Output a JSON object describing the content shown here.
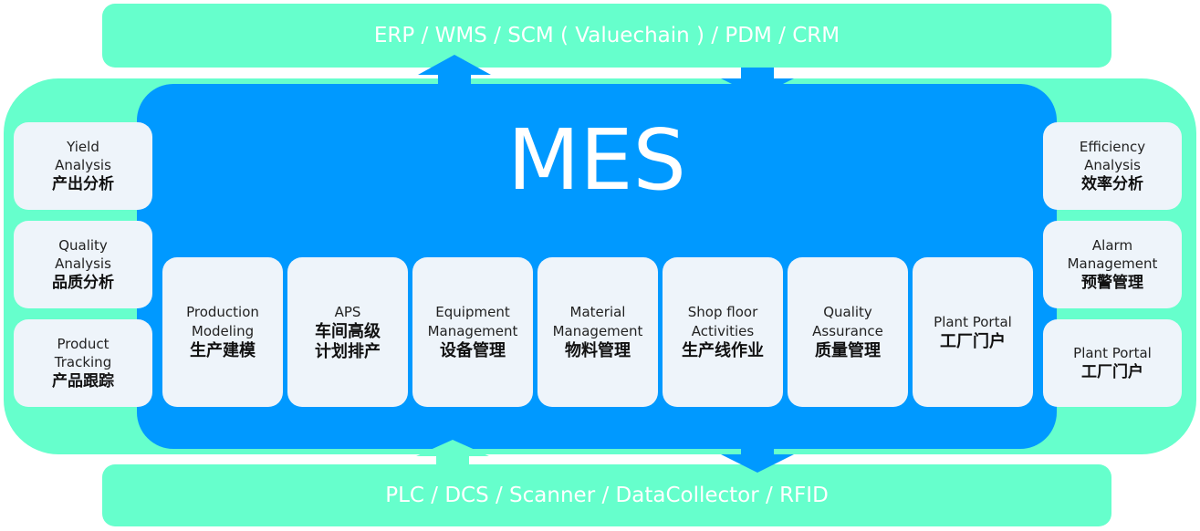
{
  "top_systems": "ERP / WMS / SCM ( Valuechain ) / PDM / CRM",
  "bottom_systems": "PLC / DCS / Scanner / DataCollector / RFID",
  "core_title": "MES",
  "left_modules": [
    {
      "en": "Yield\nAnalysis",
      "zh": "产出分析"
    },
    {
      "en": "Quality\nAnalysis",
      "zh": "品质分析"
    },
    {
      "en": "Product\nTracking",
      "zh": "产品跟踪"
    }
  ],
  "right_modules": [
    {
      "en": "Efficiency\nAnalysis",
      "zh": "效率分析"
    },
    {
      "en": "Alarm\nManagement",
      "zh": "预警管理"
    },
    {
      "en": "Plant Portal",
      "zh": "工厂门户"
    }
  ],
  "core_modules": [
    {
      "en": "Production\nModeling",
      "zh": "生产建模"
    },
    {
      "en": "APS",
      "zh": "车间高级\n计划排产"
    },
    {
      "en": "Equipment\nManagement",
      "zh": "设备管理"
    },
    {
      "en": "Material\nManagement",
      "zh": "物料管理"
    },
    {
      "en": "Shop floor\nActivities",
      "zh": "生产线作业"
    },
    {
      "en": "Quality\nAssurance",
      "zh": "质量管理"
    },
    {
      "en": "Plant Portal",
      "zh": "工厂门户"
    }
  ],
  "colors": {
    "mint": "#66ffcc",
    "core_blue": "#0099ff",
    "card": "#eef4fa"
  }
}
